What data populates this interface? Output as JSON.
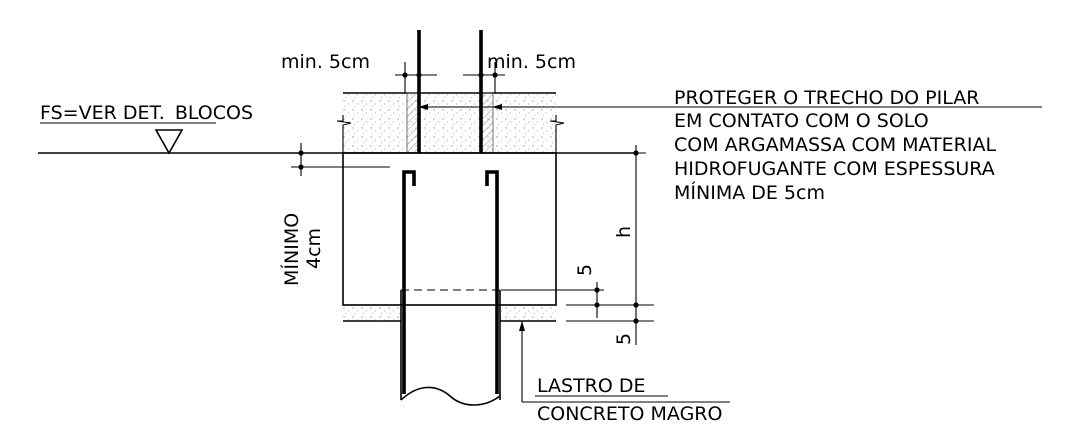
{
  "labels": {
    "min_cover_left": "min. 5cm",
    "min_cover_right": "min. 5cm",
    "fs_prefix": "FS=",
    "fs_link": "VER DET.",
    "fs_suffix": "BLOCOS",
    "note_line1": "PROTEGER O TRECHO DO PILAR",
    "note_line2": "EM CONTATO COM O SOLO",
    "note_line3": "COM ARGAMASSA COM MATERIAL",
    "note_line4": "HIDROFUGANTE COM ESPESSURA",
    "note_line5": "MÍNIMA DE 5cm",
    "minimo": "MÍNIMO",
    "minimo_value": "4cm",
    "h": "h",
    "dim_top": "5",
    "dim_bottom": "5",
    "lastro_line1": "LASTRO DE",
    "lastro_line2": "CONCRETO MAGRO"
  },
  "colors": {
    "line": "#000000",
    "background": "#ffffff",
    "fill_dots": "#bdbdbd"
  }
}
